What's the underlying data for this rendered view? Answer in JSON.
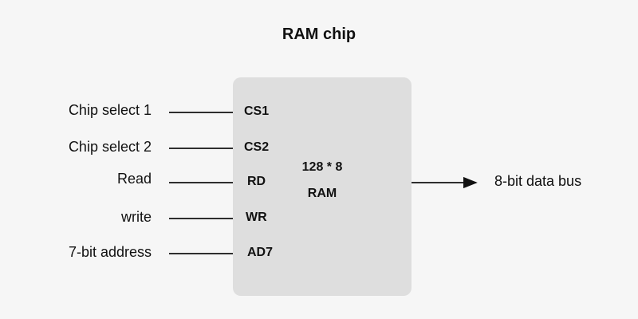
{
  "title": "RAM chip",
  "chip": {
    "line1": "128 * 8",
    "line2": "RAM"
  },
  "inputs": [
    {
      "label": "Chip select 1",
      "pin": "CS1"
    },
    {
      "label": "Chip select 2",
      "pin": "CS2"
    },
    {
      "label": "Read",
      "pin": "RD"
    },
    {
      "label": "write",
      "pin": "WR"
    },
    {
      "label": "7-bit address",
      "pin": "AD7"
    }
  ],
  "output": {
    "label": "8-bit data bus"
  },
  "colors": {
    "background": "#f6f6f6",
    "chip": "#dedede",
    "line": "#111111"
  }
}
